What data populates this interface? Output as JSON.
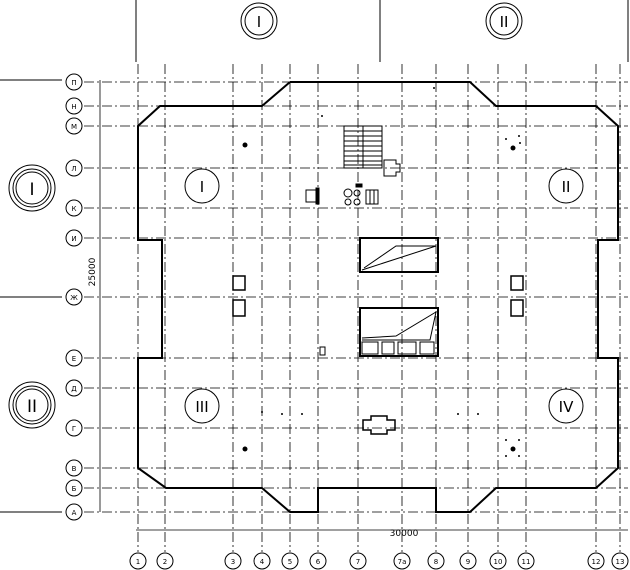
{
  "drawing": {
    "dimension_vertical": "25000",
    "dimension_horizontal": "30000",
    "row_axes": [
      "П",
      "Н",
      "М",
      "Л",
      "К",
      "И",
      "Ж",
      "Е",
      "Д",
      "Г",
      "В",
      "Б",
      "А"
    ],
    "column_axes": [
      "1",
      "2",
      "3",
      "4",
      "5",
      "6",
      "7",
      "7a",
      "8",
      "9",
      "10",
      "11",
      "12",
      "13"
    ],
    "sections_top": [
      "I",
      "II"
    ],
    "sections_left": [
      "I",
      "II"
    ],
    "quadrants": [
      "I",
      "II",
      "III",
      "IV"
    ]
  }
}
